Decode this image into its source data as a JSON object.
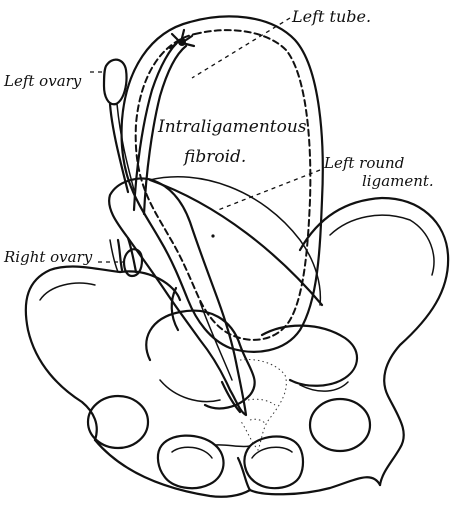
{
  "labels": {
    "left_tube": "Left tube.",
    "left_ovary": "Left ovary",
    "fibroid_line1": "Intraligamentous",
    "fibroid_line2": "fibroid.",
    "round_lig_line1": "Left round",
    "round_lig_line2": "ligament.",
    "right_ovary": "Right ovary"
  }
}
